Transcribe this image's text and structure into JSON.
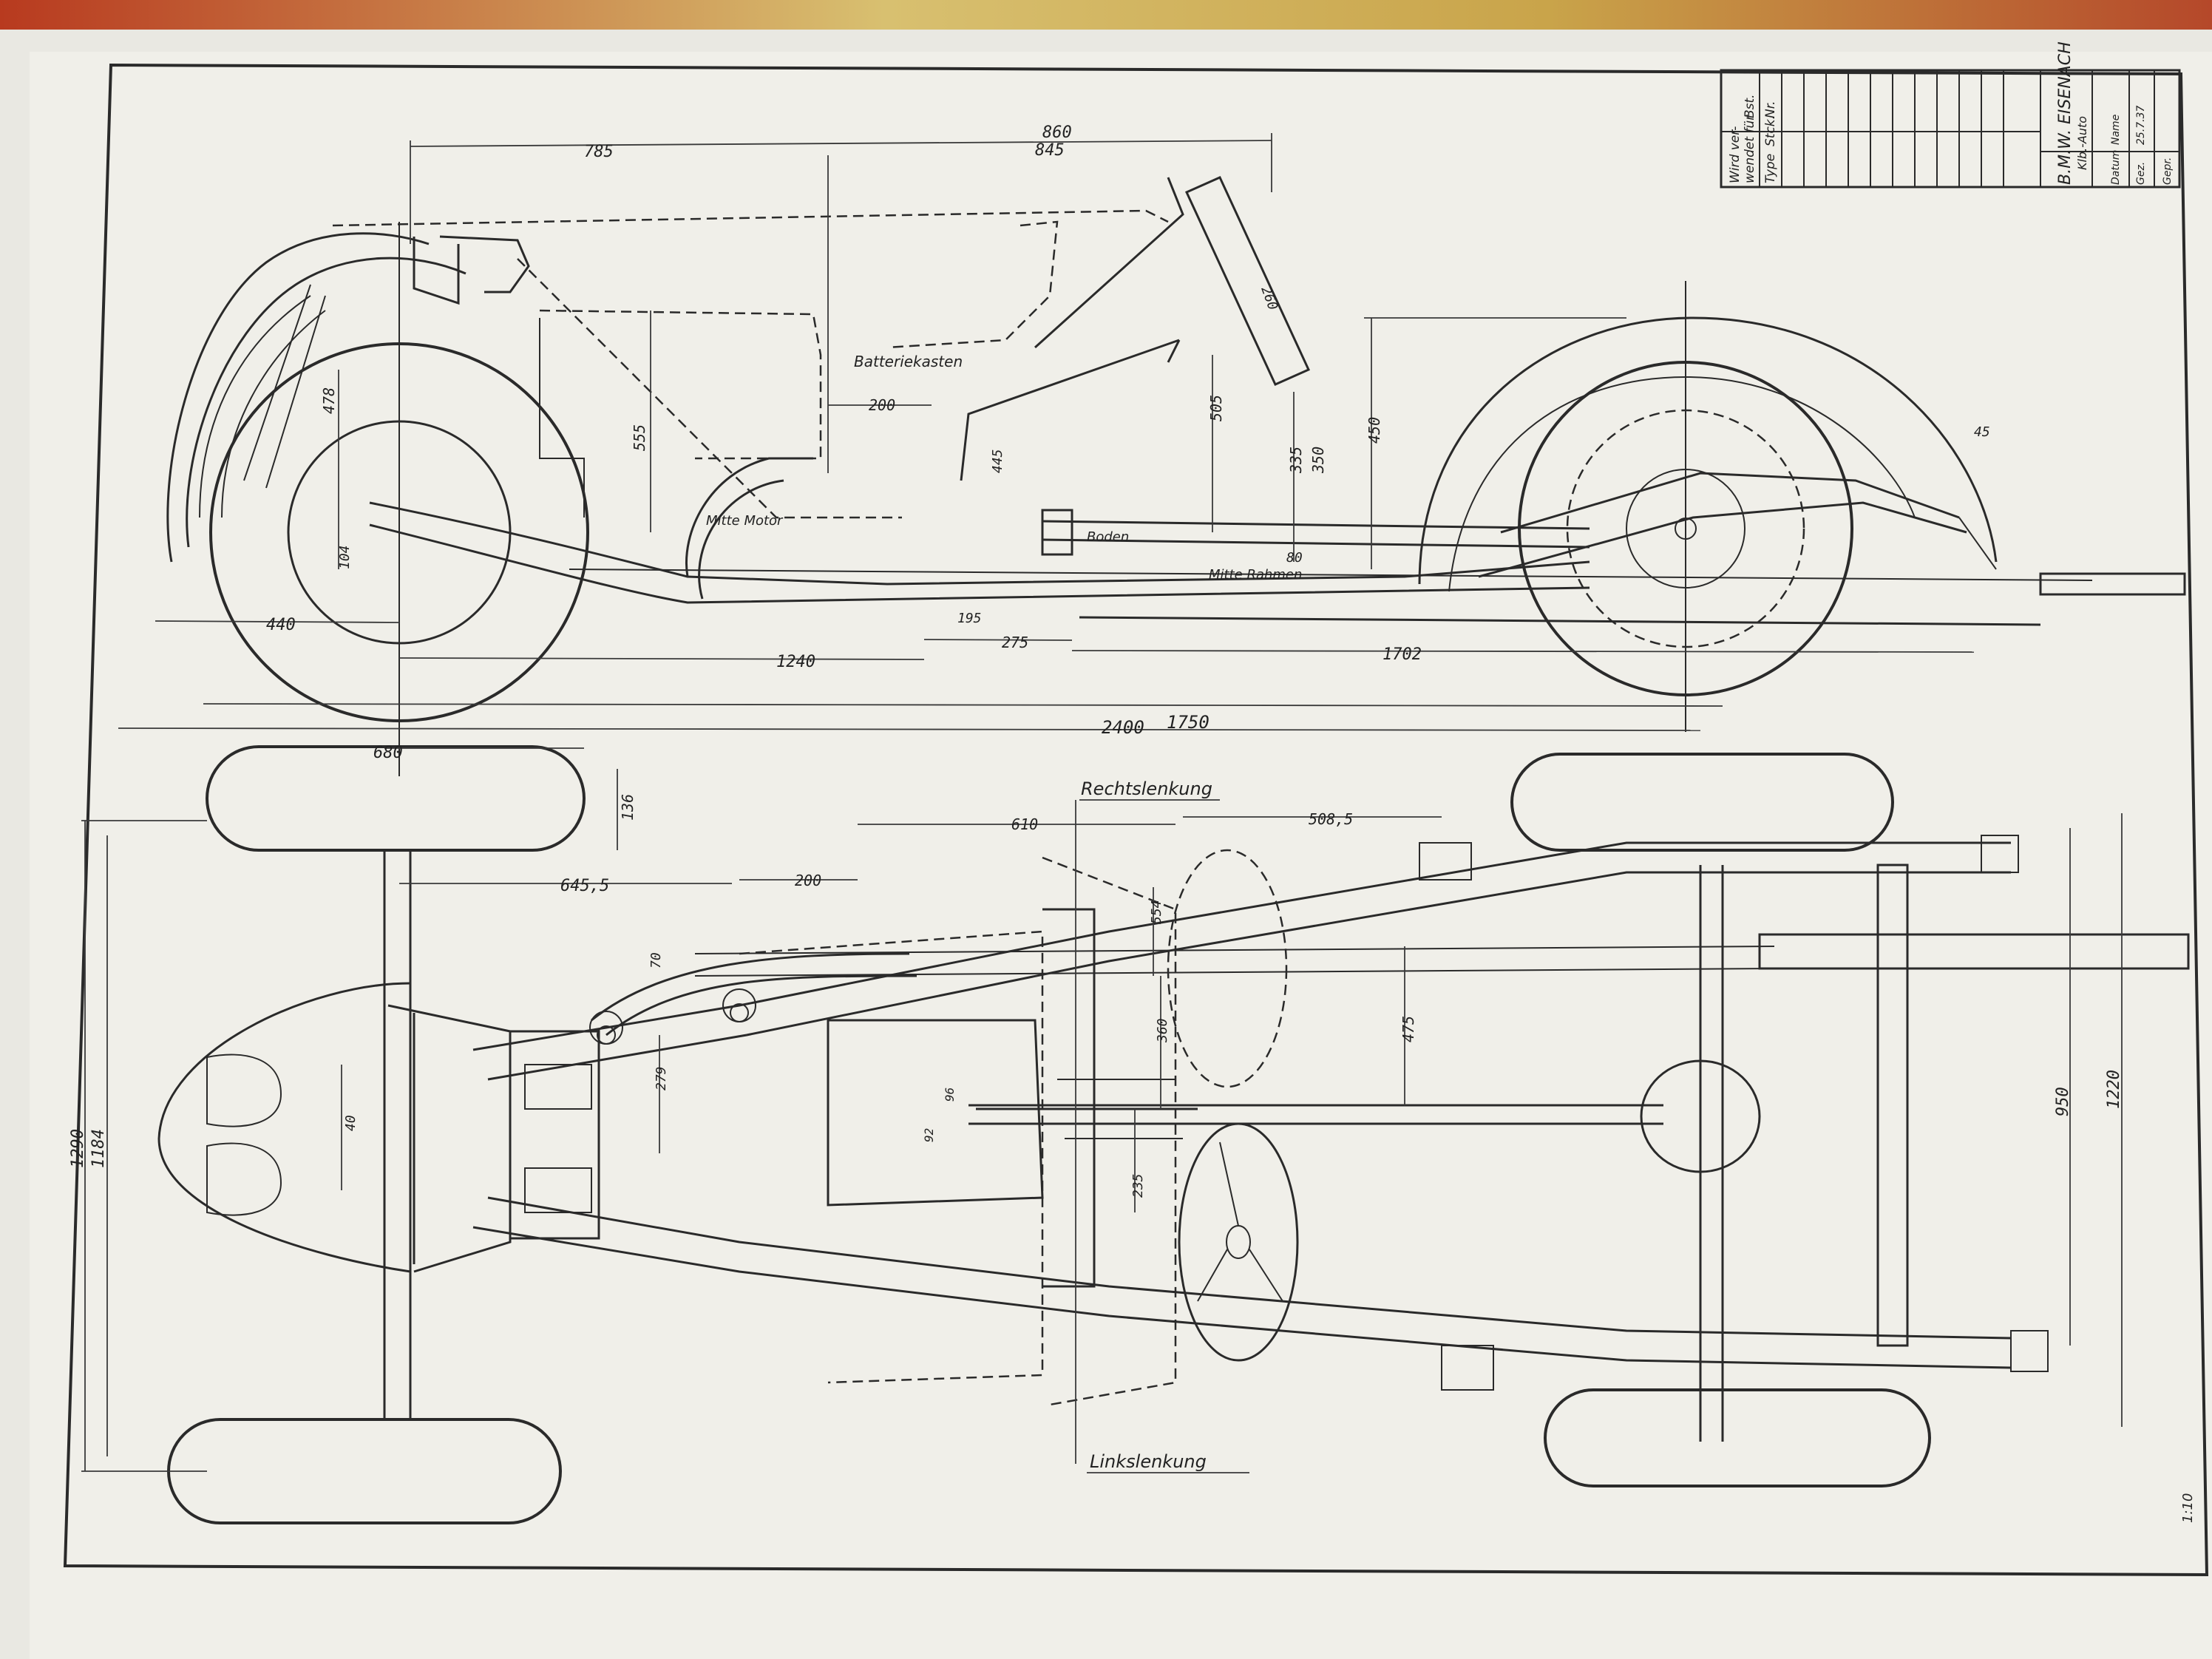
{
  "title_block": {
    "company": "B.M.W. EISENACH",
    "row_labels": [
      "Wird ver-",
      "wendet für",
      "Type",
      "Stck."
    ],
    "col_labels": [
      "Bst.",
      "Nr."
    ],
    "side_text": "Klb.-Auto",
    "cells": [
      "Datum",
      "Name",
      "Gez.",
      "Gepr."
    ],
    "date": "25.7.37"
  },
  "labels": {
    "batterie": "Batteriekasten",
    "mitte_motor": "Mitte Motor",
    "boden": "Boden",
    "mitte_rahmen": "Mitte Rahmen",
    "rechtslenkung": "Rechtslenkung",
    "linkslenkung": "Linkslenkung"
  },
  "dims_side": {
    "d785": "785",
    "d860": "860",
    "d845": "845",
    "d200": "200",
    "d505": "505",
    "d335": "335",
    "d350": "350",
    "d450": "450",
    "d478": "478",
    "d555": "555",
    "d445": "445",
    "d260": "260",
    "d440": "440",
    "d1240": "1240",
    "d275": "275",
    "d1702": "1702",
    "d195": "195",
    "d104": "104",
    "d80": "80",
    "d45": "45"
  },
  "dims_plan": {
    "d2400": "2400",
    "d1750": "1750",
    "d680": "680",
    "d136": "136",
    "d610": "610",
    "d5085": "508,5",
    "d6455": "645,5",
    "d200": "200",
    "d70": "70",
    "d554": "554",
    "d475": "475",
    "d360": "360",
    "d279": "279",
    "d40": "40",
    "d235": "235",
    "d1290": "1290",
    "d1184": "1184",
    "d950": "950",
    "d1220": "1220",
    "d96": "96",
    "d92": "92"
  },
  "corner_note": "1:10"
}
